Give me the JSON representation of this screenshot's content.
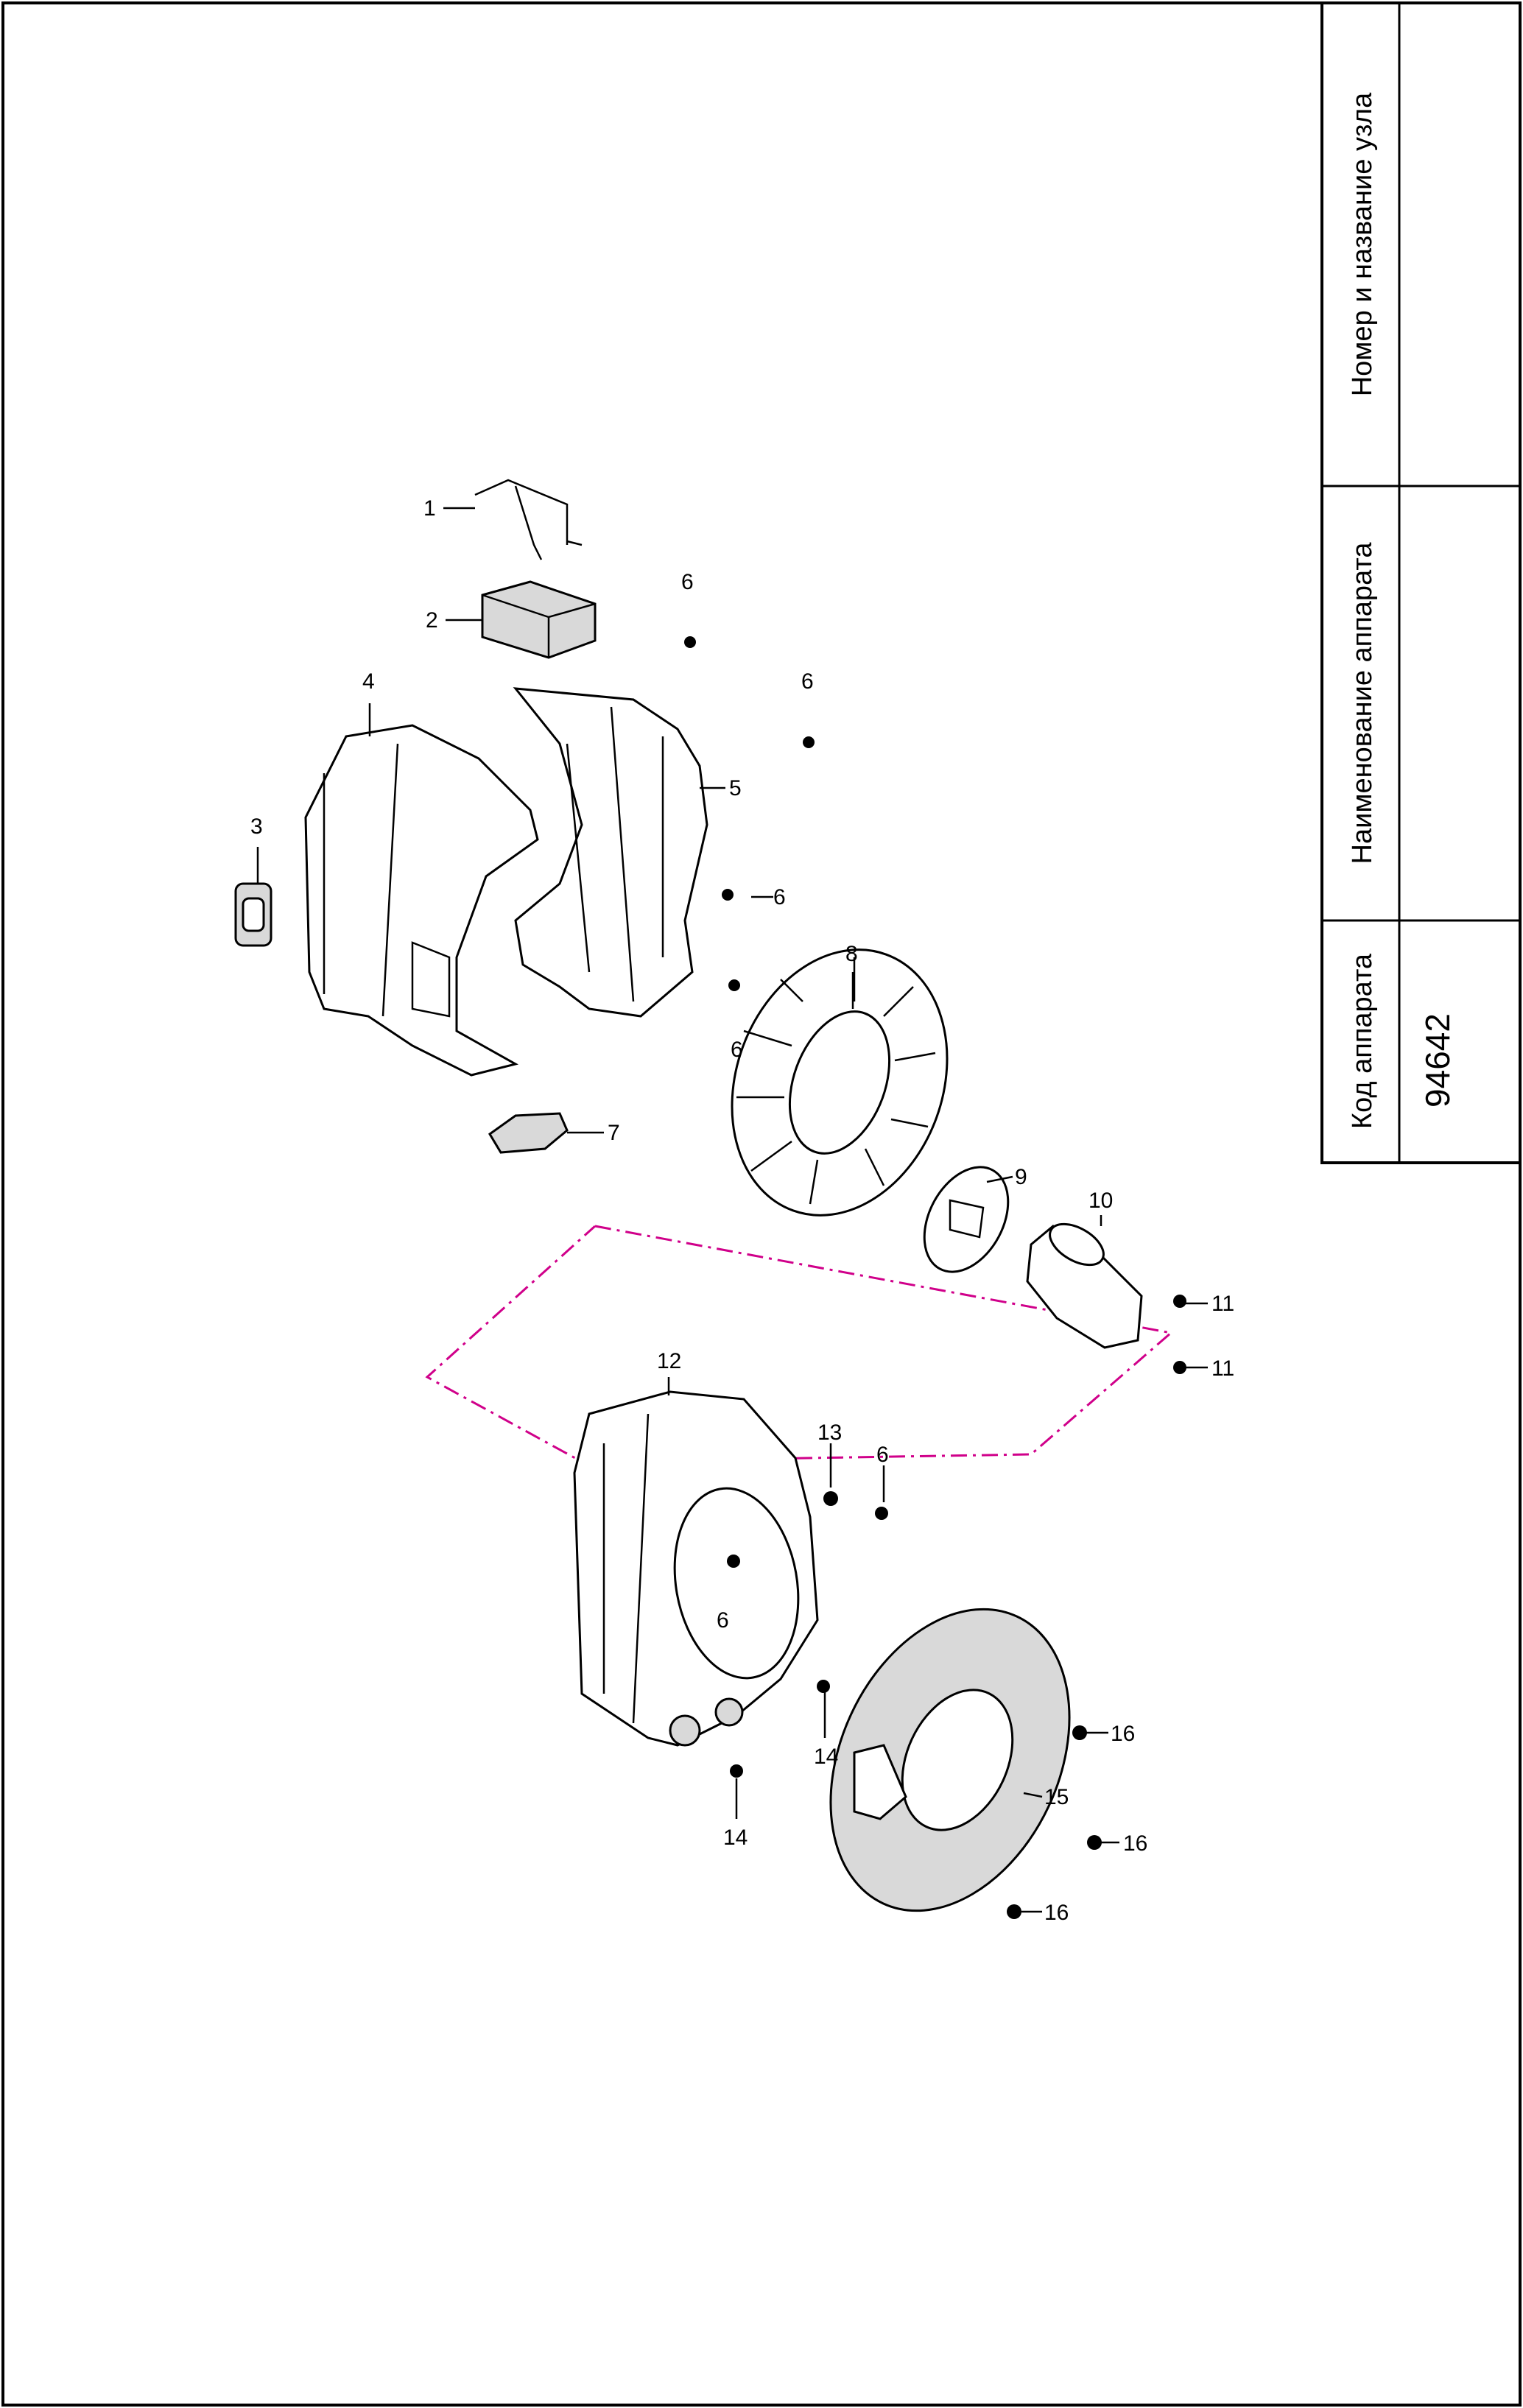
{
  "title_block": {
    "node_label": "Номер и название узла",
    "node_value": "",
    "device_name_label": "Наименование аппарата",
    "device_name_value": "",
    "device_code_label": "Код аппарата",
    "device_code_value": "94642"
  },
  "callouts": [
    "1",
    "2",
    "3",
    "4",
    "5",
    "6",
    "6",
    "6",
    "6",
    "7",
    "8",
    "9",
    "10",
    "11",
    "11",
    "12",
    "13",
    "6",
    "6",
    "14",
    "14",
    "15",
    "16",
    "16",
    "16"
  ]
}
